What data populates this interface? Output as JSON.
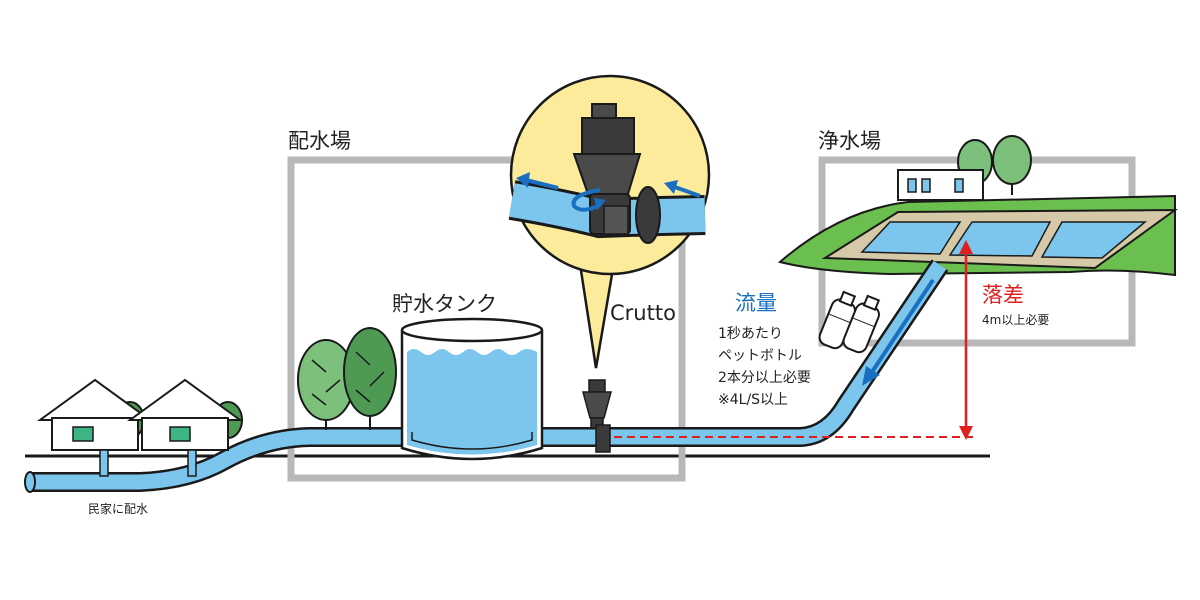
{
  "labels": {
    "distribution_plant": "配水場",
    "purification_plant": "浄水場",
    "storage_tank": "貯水タンク",
    "device": "Crutto",
    "flow_title": "流量",
    "flow_line1": "1秒あたり",
    "flow_line2": "ペットボトル",
    "flow_line3": "2本分以上必要",
    "flow_line4": "※4L/S以上",
    "head_title": "落差",
    "head_note": "4m以上必要",
    "houses": "民家に配水"
  },
  "colors": {
    "water": "#7cc6ee",
    "pipe_outline": "#1a1a1a",
    "arrow": "#1a6fc1",
    "flow_title": "#1a6fc1",
    "head": "#e02020",
    "frame": "#b8b8b8",
    "grass": "#6bbf4e",
    "tree_dark": "#4e9a52",
    "tree_light": "#7cc07c",
    "callout": "#fbeb9a",
    "device": "#3a3a3a"
  },
  "icons": [
    "house-icon",
    "tree-icon",
    "pet-bottle-icon",
    "building-icon",
    "flow-arrow-icon",
    "valve-icon"
  ]
}
